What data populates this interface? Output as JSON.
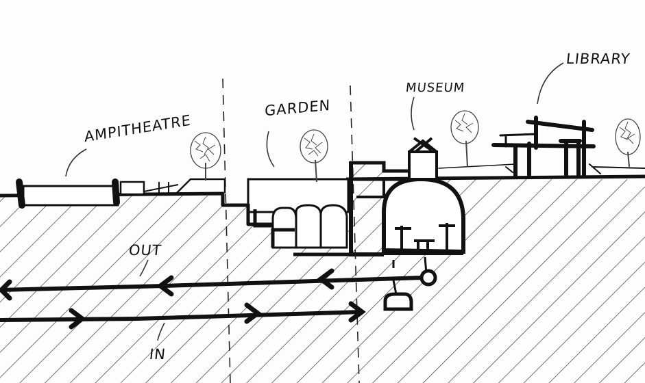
{
  "labels": {
    "amphitheatre": "AMPITHEATRE",
    "garden": "GARDEN",
    "museum": "MUSEUM",
    "library": "LIBRARY",
    "out": "OUT",
    "in": "IN"
  },
  "colors": {
    "ink": "#111111",
    "hatch": "#3a3a3a",
    "paper": "#fdfdfd",
    "tree": "#444444"
  }
}
